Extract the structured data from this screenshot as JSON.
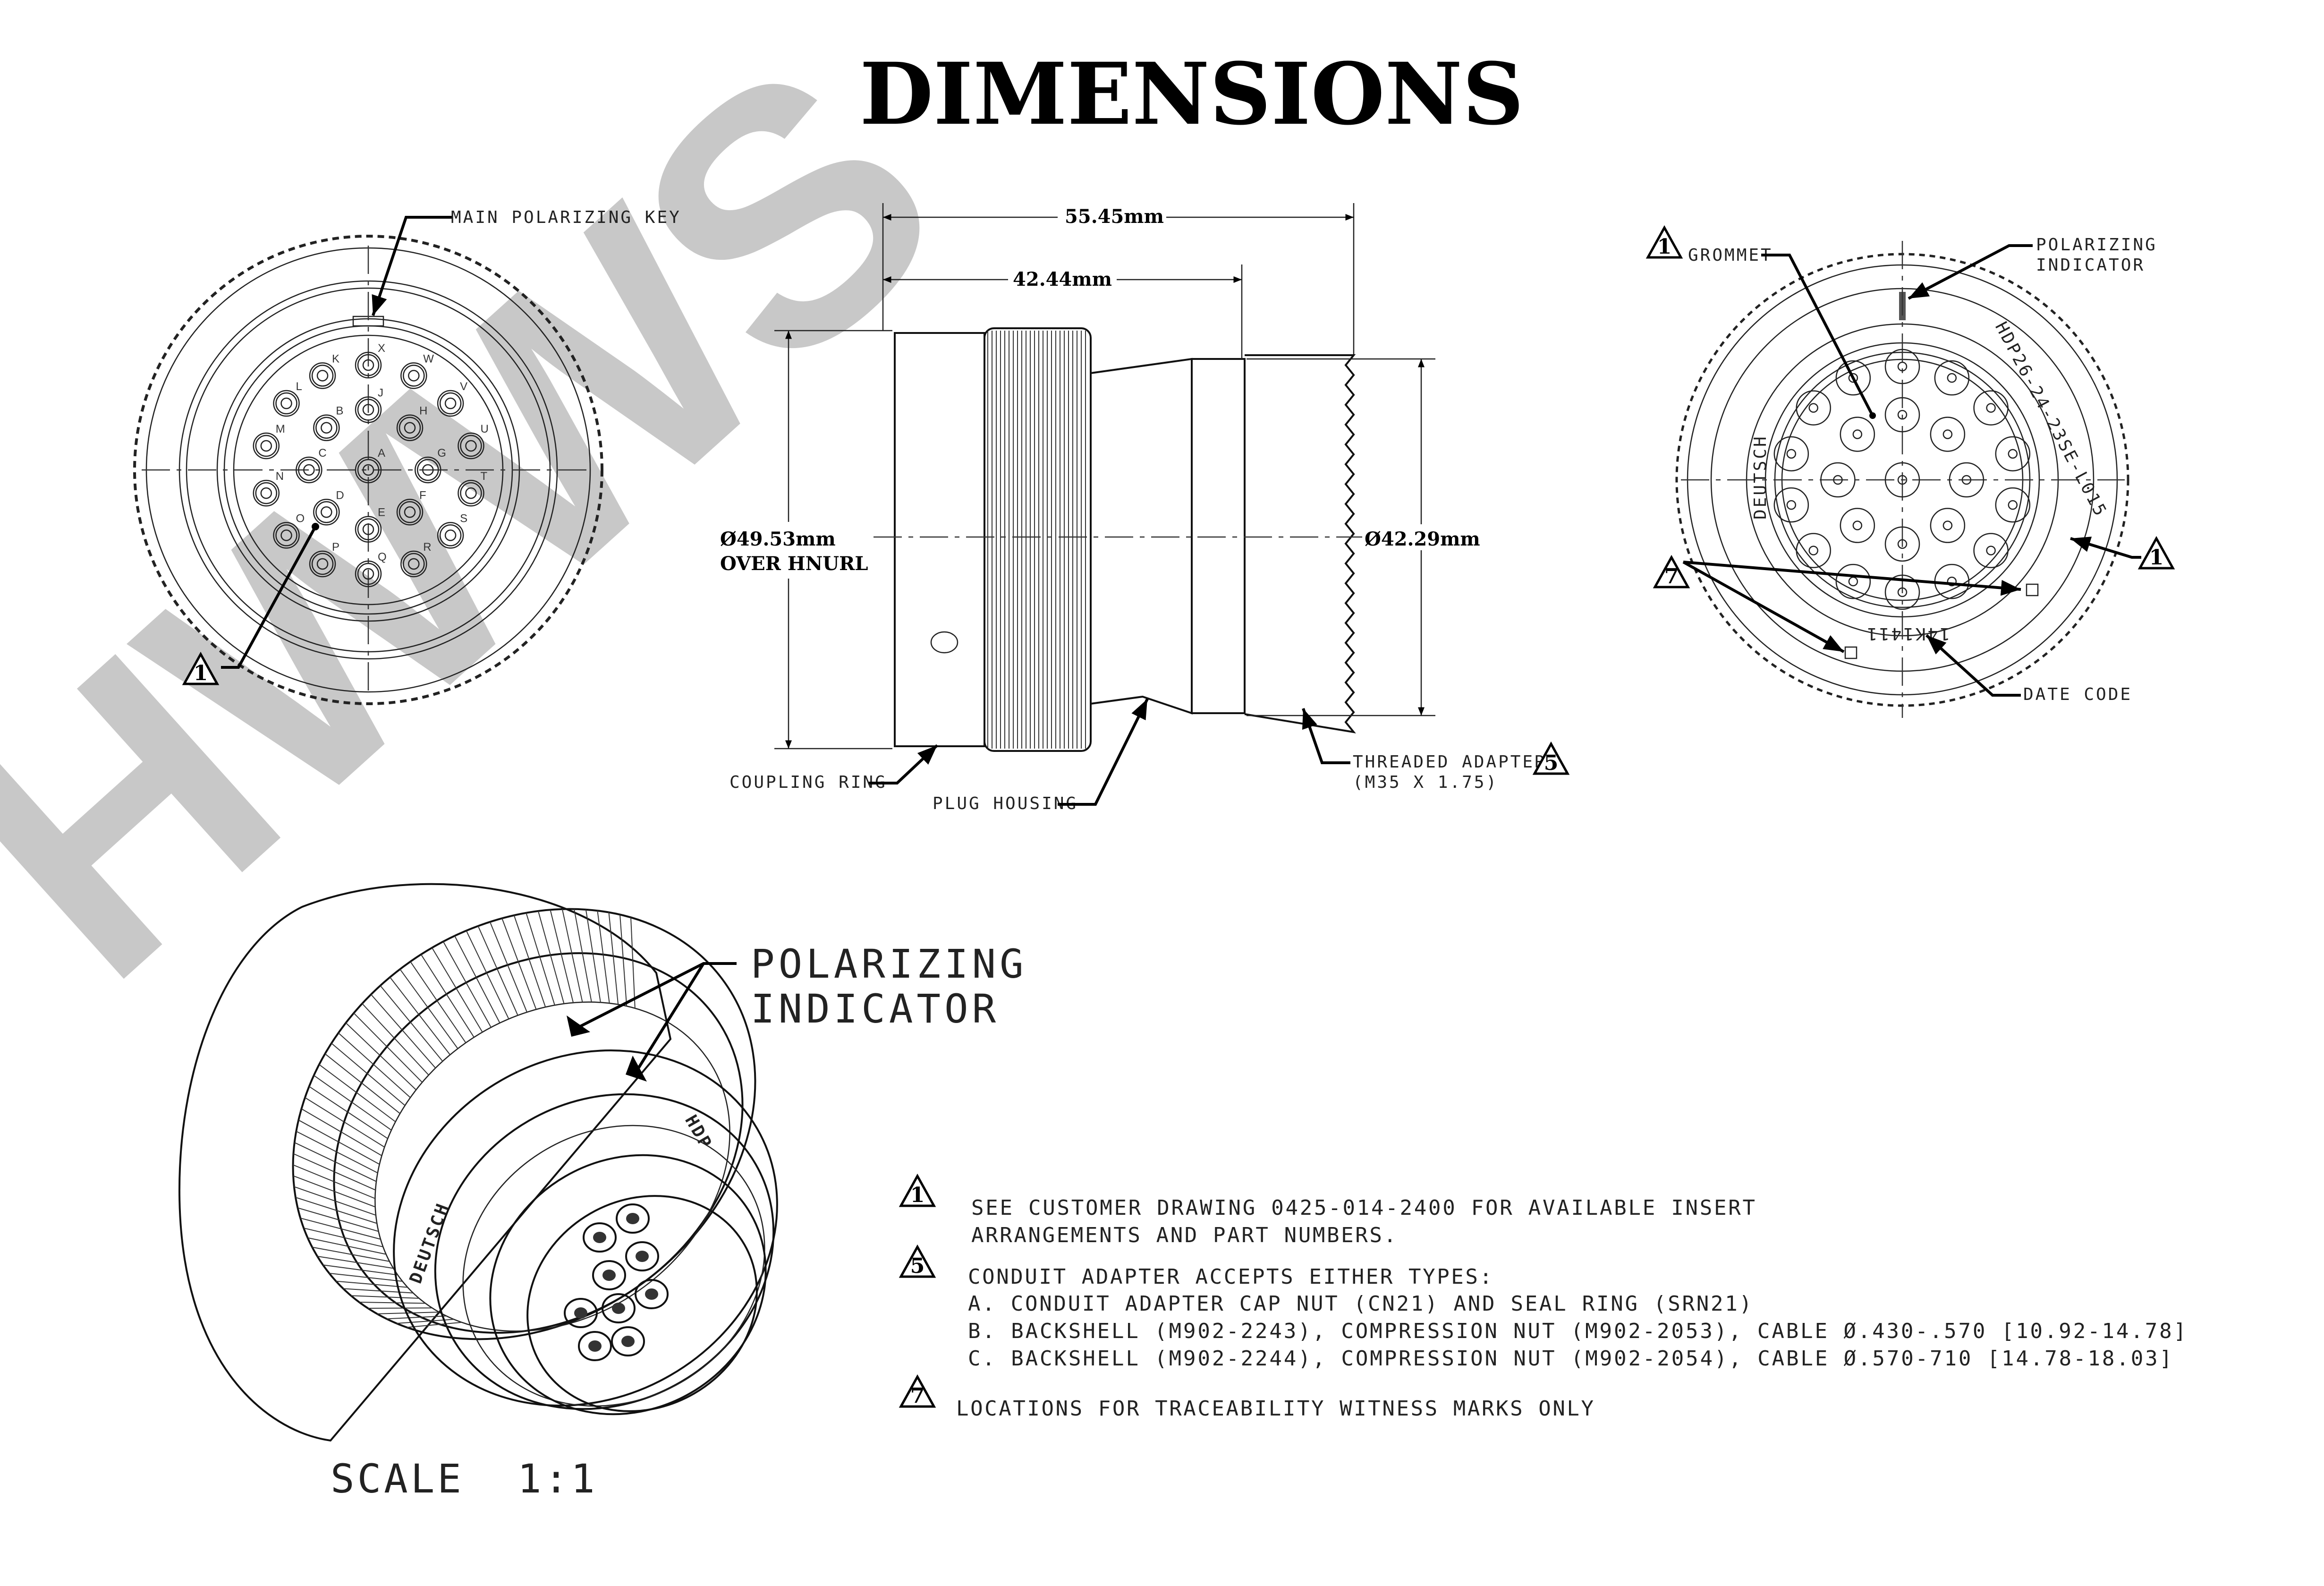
{
  "title": "DIMENSIONS",
  "watermark": "HWWS",
  "front_view": {
    "callout_main_key": "MAIN POLARIZING KEY",
    "callout_note": "1",
    "pins": [
      "X",
      "K",
      "W",
      "L",
      "V",
      "J",
      "B",
      "H",
      "M",
      "U",
      "C",
      "A",
      "G",
      "N",
      "T",
      "D",
      "F",
      "E",
      "O",
      "S",
      "P",
      "Q",
      "R"
    ]
  },
  "side_view": {
    "dim_overall": "55.45mm",
    "dim_body": "42.44mm",
    "dim_knurl_dia": "Ø49.53mm",
    "dim_knurl_note": "OVER HNURL",
    "dim_thread_dia": "Ø42.29mm",
    "coupling_ring": "COUPLING RING",
    "plug_housing": "PLUG HOUSING",
    "threaded_adapter": "THREADED ADAPTER",
    "thread_spec": "(M35 X 1.75)",
    "adapter_note": "5"
  },
  "rear_view": {
    "grommet_note": "1",
    "grommet": "GROMMET",
    "polarizing_indicator_1": "POLARIZING",
    "polarizing_indicator_2": "INDICATOR",
    "brand": "DEUTSCH",
    "part_number": "HDP26-24-23SE-L015",
    "date_code_value": "14K1411",
    "date_code": "DATE CODE",
    "part_note": "1",
    "witness_note": "7"
  },
  "iso_view": {
    "polarizing_1": "POLARIZING",
    "polarizing_2": "INDICATOR",
    "brand": "DEUTSCH",
    "part_prefix": "HDP",
    "scale": "SCALE  1:1"
  },
  "notes": [
    {
      "num": "1",
      "lines": [
        "SEE CUSTOMER DRAWING 0425-014-2400 FOR AVAILABLE INSERT",
        "ARRANGEMENTS AND PART NUMBERS."
      ]
    },
    {
      "num": "5",
      "lines": [
        "CONDUIT ADAPTER ACCEPTS EITHER TYPES:",
        "A. CONDUIT ADAPTER CAP NUT (CN21) AND SEAL RING (SRN21)",
        "B. BACKSHELL (M902-2243), COMPRESSION NUT (M902-2053), CABLE Ø.430-.570 [10.92-14.78]",
        "C. BACKSHELL (M902-2244), COMPRESSION NUT (M902-2054), CABLE Ø.570-710 [14.78-18.03]"
      ]
    },
    {
      "num": "7",
      "lines": [
        "LOCATIONS FOR TRACEABILITY WITNESS MARKS ONLY"
      ]
    }
  ]
}
